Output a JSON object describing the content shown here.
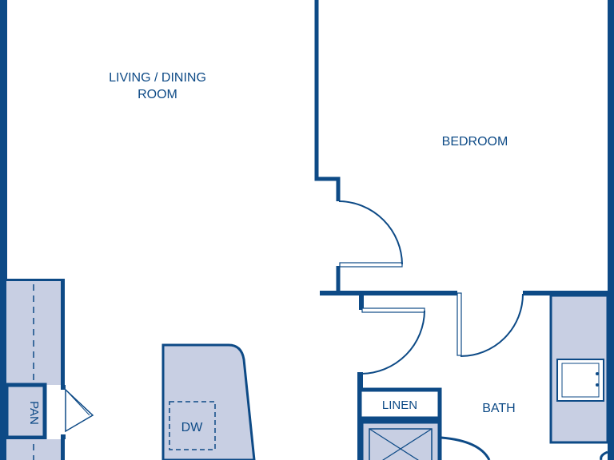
{
  "plan": {
    "rooms": {
      "living_line1": "LIVING / DINING",
      "living_line2": "ROOM",
      "bedroom": "BEDROOM",
      "bath": "BATH"
    },
    "fixtures": {
      "linen": "LINEN",
      "dishwasher": "DW",
      "pantry": "PAN"
    },
    "colors": {
      "wall": "#0d4a86",
      "fixture_fill": "#c8cfe3",
      "door_line": "#0d4a86",
      "background": "#ffffff"
    }
  }
}
